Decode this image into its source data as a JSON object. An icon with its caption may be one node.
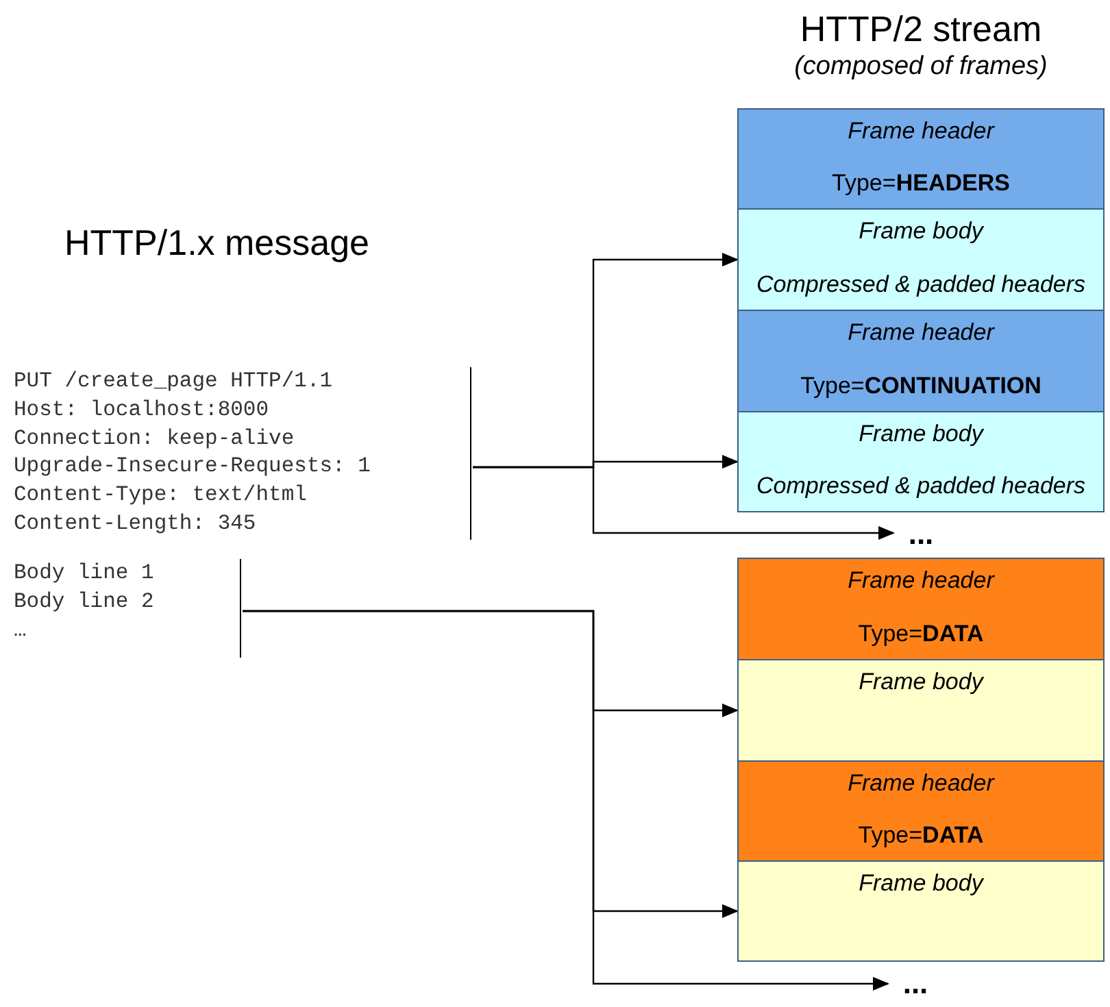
{
  "diagram": {
    "nodes": [
      {
        "text": [
          "PUT /create_page HTTP/1.1",
          "Host: localhost:8000",
          "Connection: keep-alive",
          "Upgrade-Insecure-Requests: 1",
          "Content-Type: text/html",
          "Content-Length: 345"
        ]
      },
      {
        "text": [
          "Body line 1",
          "Body line 2",
          "…"
        ]
      },
      {
        "text": [
          "Frame header",
          "Type=**HEADERS**"
        ]
      },
      {
        "text": [
          "Frame body",
          "Compressed & padded headers"
        ]
      },
      {
        "text": [
          "Frame header",
          "Type=**CONTINUATION**"
        ]
      },
      {
        "text": [
          "Frame body",
          "Compressed & padded headers"
        ]
      },
      {
        "text": [
          "..."
        ]
      },
      {
        "text": [
          "Frame header",
          "Type=**DATA**"
        ]
      },
      {
        "text": [
          "Frame body"
        ]
      },
      {
        "text": [
          "Frame header",
          "Type=**DATA**"
        ]
      },
      {
        "text": [
          "Frame body"
        ]
      },
      {
        "text": [
          "..."
        ]
      }
    ],
    "edges": [
      {
        "from": 0,
        "to": 3,
        "arrow": "to"
      },
      {
        "from": 0,
        "to": 5,
        "arrow": "to"
      },
      {
        "from": 0,
        "to": 6,
        "arrow": "to"
      },
      {
        "from": 1,
        "to": 8,
        "arrow": "to"
      },
      {
        "from": 1,
        "to": 10,
        "arrow": "to"
      },
      {
        "from": 1,
        "to": 11,
        "arrow": "to"
      }
    ],
    "labels": [
      "HTTP/2 stream",
      "(composed of frames)",
      "HTTP/1.x message"
    ]
  }
}
